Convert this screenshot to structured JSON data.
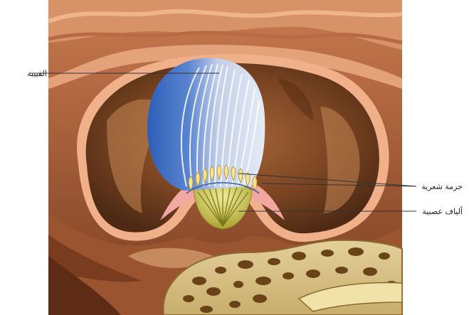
{
  "labels": {
    "cupula": "القبيبة",
    "hair_bundle": "حزمة شعرية",
    "nerve_fibers": "ألياف عصبية"
  },
  "colors": {
    "background_tissue": "#8a4a2a",
    "membrane": "#e9a07a",
    "cupula_blue": "#3f6fbf",
    "cupula_light": "#cfd9ee",
    "hair_cells": "#f2e38a",
    "nerve": "#c9c24a",
    "bone": "#d8c28a",
    "leader_line": "#333333"
  }
}
